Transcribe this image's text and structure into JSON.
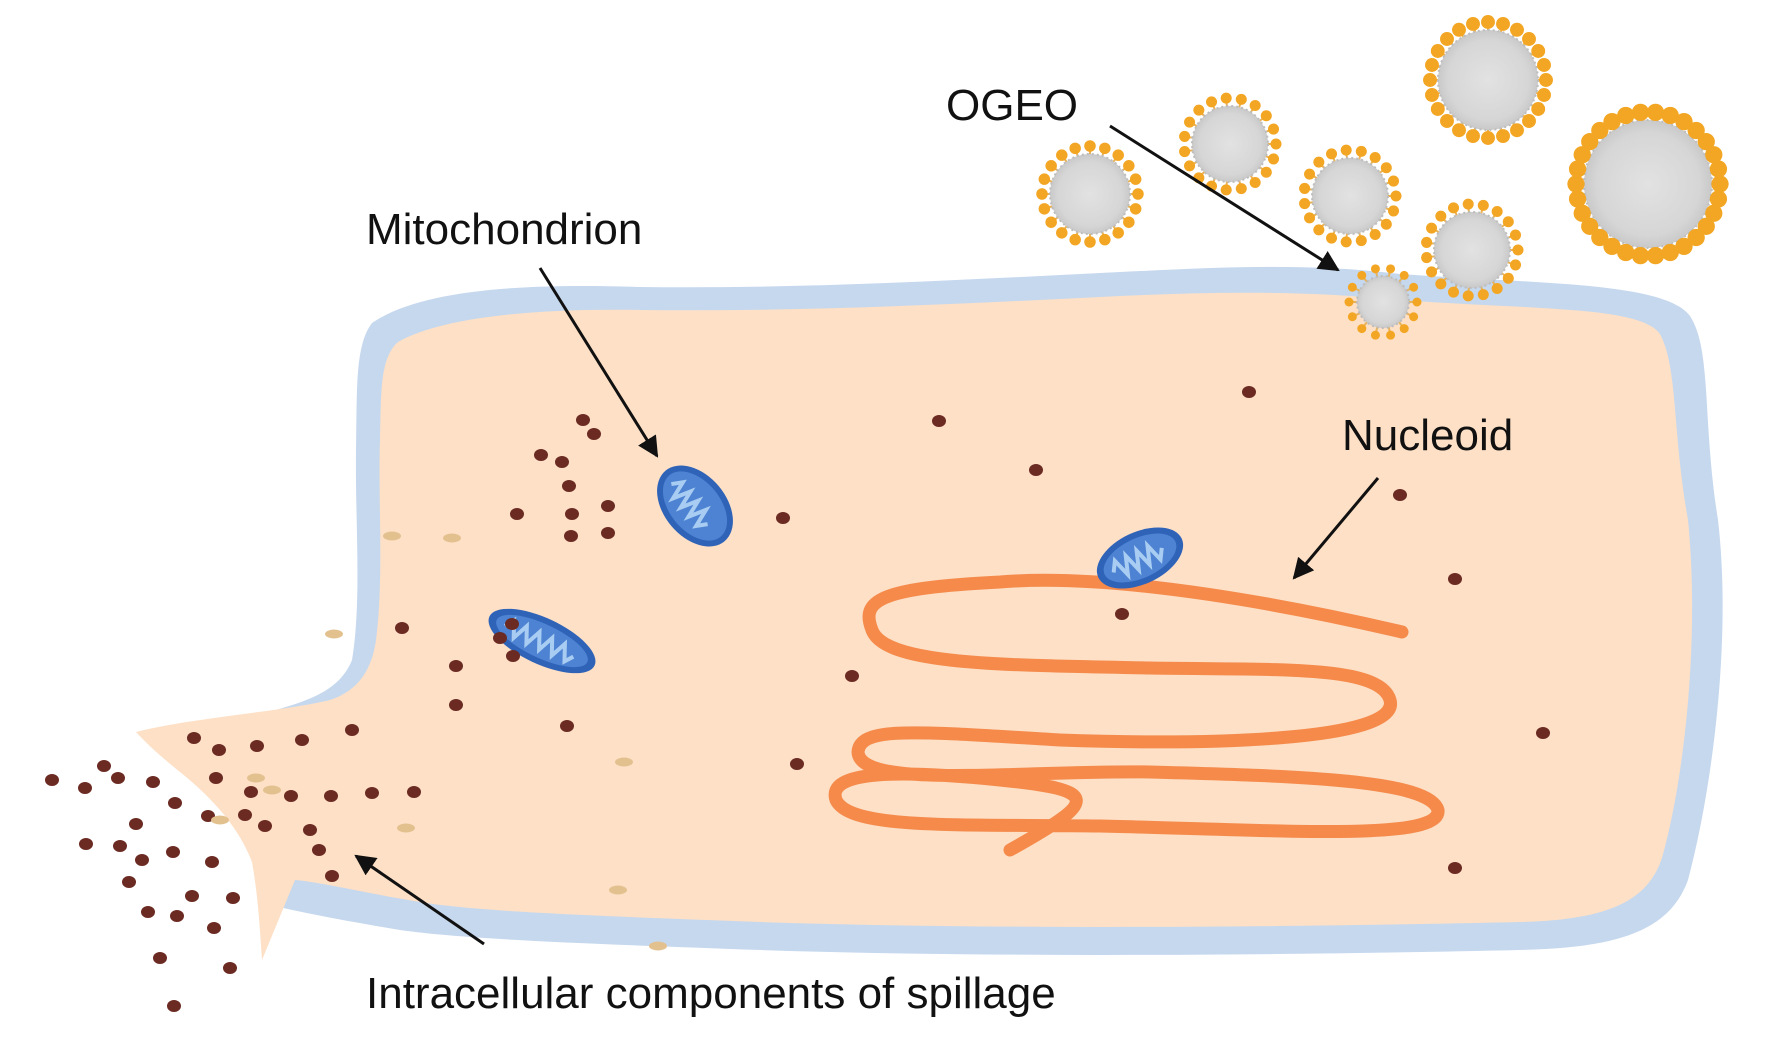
{
  "labels": {
    "ogeo": "OGEO",
    "mitochondrion": "Mitochondrion",
    "nucleoid": "Nucleoid",
    "spillage": "Intracellular components of spillage"
  },
  "colors": {
    "membrane": "#c6d8ee",
    "cytoplasm": "#fde0c6",
    "mitochondrion_outer": "#2f63b8",
    "mitochondrion_cristae": "#8fb7e6",
    "nucleoid": "#f58a4b",
    "particle": "#6b2a22",
    "granule": "#e3c18f",
    "vesicle_core": "#d9d9d9",
    "vesicle_spikes": "#f3a623",
    "arrow": "#111111"
  }
}
